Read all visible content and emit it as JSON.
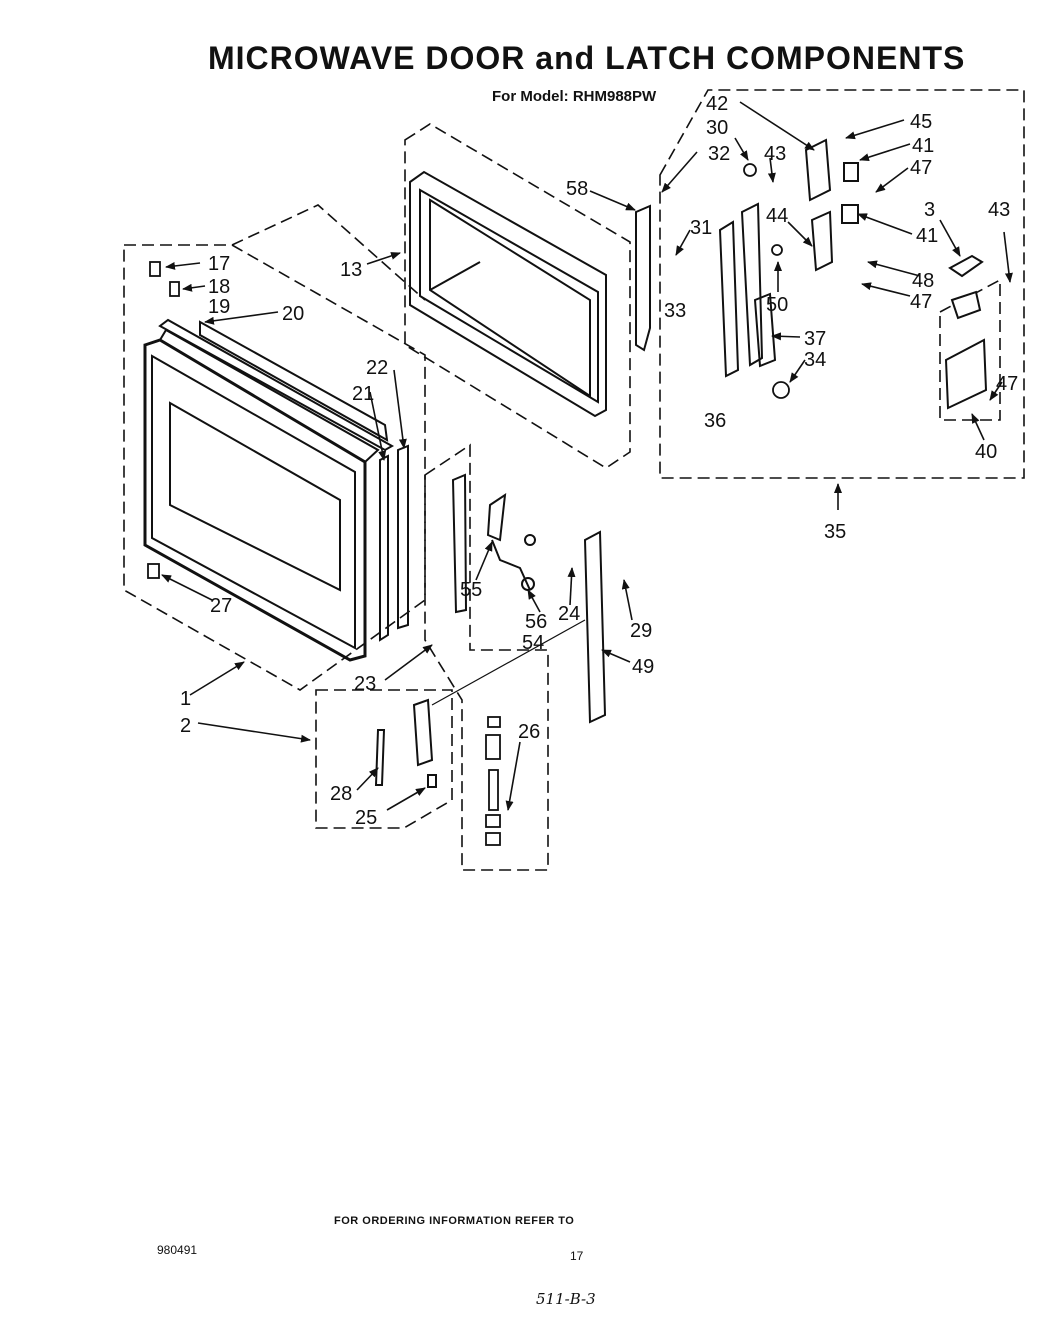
{
  "header": {
    "title": "MICROWAVE DOOR and LATCH COMPONENTS",
    "subtitle": "For Model: RHM988PW"
  },
  "callouts": [
    "1",
    "2",
    "3",
    "13",
    "17",
    "18",
    "19",
    "20",
    "21",
    "22",
    "23",
    "24",
    "25",
    "26",
    "27",
    "28",
    "29",
    "30",
    "31",
    "32",
    "33",
    "34",
    "35",
    "36",
    "37",
    "40",
    "41",
    "41",
    "42",
    "43",
    "43",
    "44",
    "45",
    "47",
    "47",
    "47",
    "48",
    "49",
    "50",
    "54",
    "55",
    "56",
    "58"
  ],
  "footer": {
    "ordering_note": "FOR ORDERING INFORMATION REFER TO",
    "doc_code": "980491",
    "page_number": "17",
    "handwritten_ref": "511-B-3"
  },
  "colors": {
    "ink": "#111111",
    "paper": "#ffffff"
  }
}
